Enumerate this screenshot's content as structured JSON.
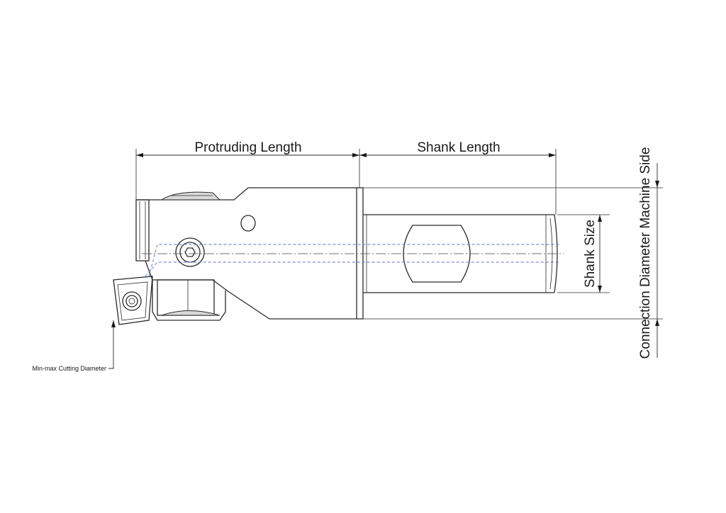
{
  "labels": {
    "protruding_length": "Protruding Length",
    "shank_length": "Shank Length",
    "shank_size": "Shank Size",
    "connection_diameter": "Connection Diameter Machine Side",
    "cutting_diameter": "Min-max Cutting Diameter"
  }
}
